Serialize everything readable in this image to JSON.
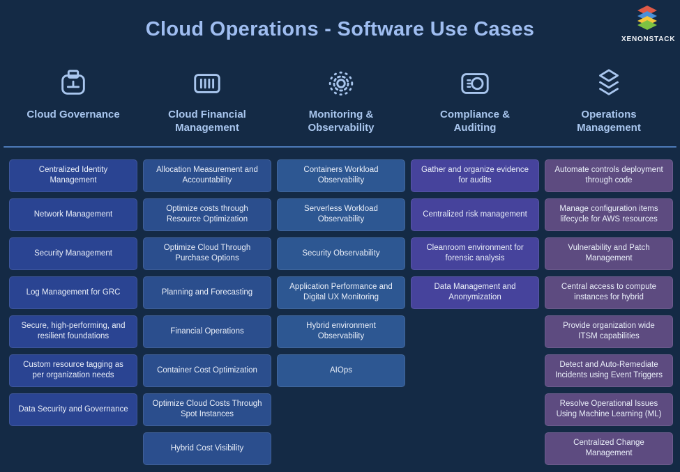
{
  "page": {
    "title": "Cloud Operations - Software Use Cases",
    "logo_text": "XENONSTACK"
  },
  "colors": {
    "background": "#142a45",
    "title_text": "#9fbdf0",
    "header_text": "#a9c6ee",
    "divider": "#4d7ab8",
    "card_text": "#e9eef8",
    "logo_layer_red": "#e05a47",
    "logo_layer_blue": "#4a90d9",
    "logo_layer_yellow": "#f5c63c",
    "logo_layer_green": "#7ec242"
  },
  "columns": [
    {
      "id": "cloud-governance",
      "icon": "briefcase-icon",
      "title": "Cloud Governance",
      "card_color": "#2a4492",
      "cards": [
        "Centralized Identity Management",
        "Network Management",
        "Security Management",
        "Log Management for GRC",
        "Secure, high-performing, and resilient foundations",
        "Custom resource tagging as per organization needs",
        "Data Security and Governance"
      ]
    },
    {
      "id": "cloud-financial-management",
      "icon": "billing-meter-icon",
      "title": "Cloud Financial Management",
      "card_color": "#2b4e8d",
      "cards": [
        "Allocation Measurement and Accountability",
        "Optimize costs through Resource Optimization",
        "Optimize Cloud Through Purchase Options",
        "Planning and Forecasting",
        "Financial Operations",
        "Container Cost Optimization",
        "Optimize Cloud Costs Through Spot Instances",
        "Hybrid Cost Visibility"
      ]
    },
    {
      "id": "monitoring-observability",
      "icon": "gear-observe-icon",
      "title": "Monitoring & Observability",
      "card_color": "#2d5792",
      "cards": [
        "Containers Workload Observability",
        "Serverless Workload Observability",
        "Security Observability",
        "Application Performance and Digital UX Monitoring",
        "Hybrid environment Observability",
        "AIOps"
      ]
    },
    {
      "id": "compliance-auditing",
      "icon": "audit-scan-icon",
      "title": "Compliance & Auditing",
      "card_color": "#46439c",
      "cards": [
        "Gather and organize evidence for audits",
        "Centralized risk management",
        "Cleanroom environment for forensic analysis",
        "Data Management and Anonymization"
      ]
    },
    {
      "id": "operations-management",
      "icon": "layers-stack-icon",
      "title": "Operations Management",
      "card_color": "#5d4b80",
      "cards": [
        "Automate controls deployment through code",
        "Manage configuration items lifecycle for AWS resources",
        "Vulnerability and Patch Management",
        "Central access to compute instances for hybrid",
        "Provide organization wide ITSM capabilities",
        "Detect and Auto-Remediate Incidents using Event Triggers",
        "Resolve Operational Issues Using Machine Learning (ML)",
        "Centralized Change Management"
      ]
    }
  ]
}
